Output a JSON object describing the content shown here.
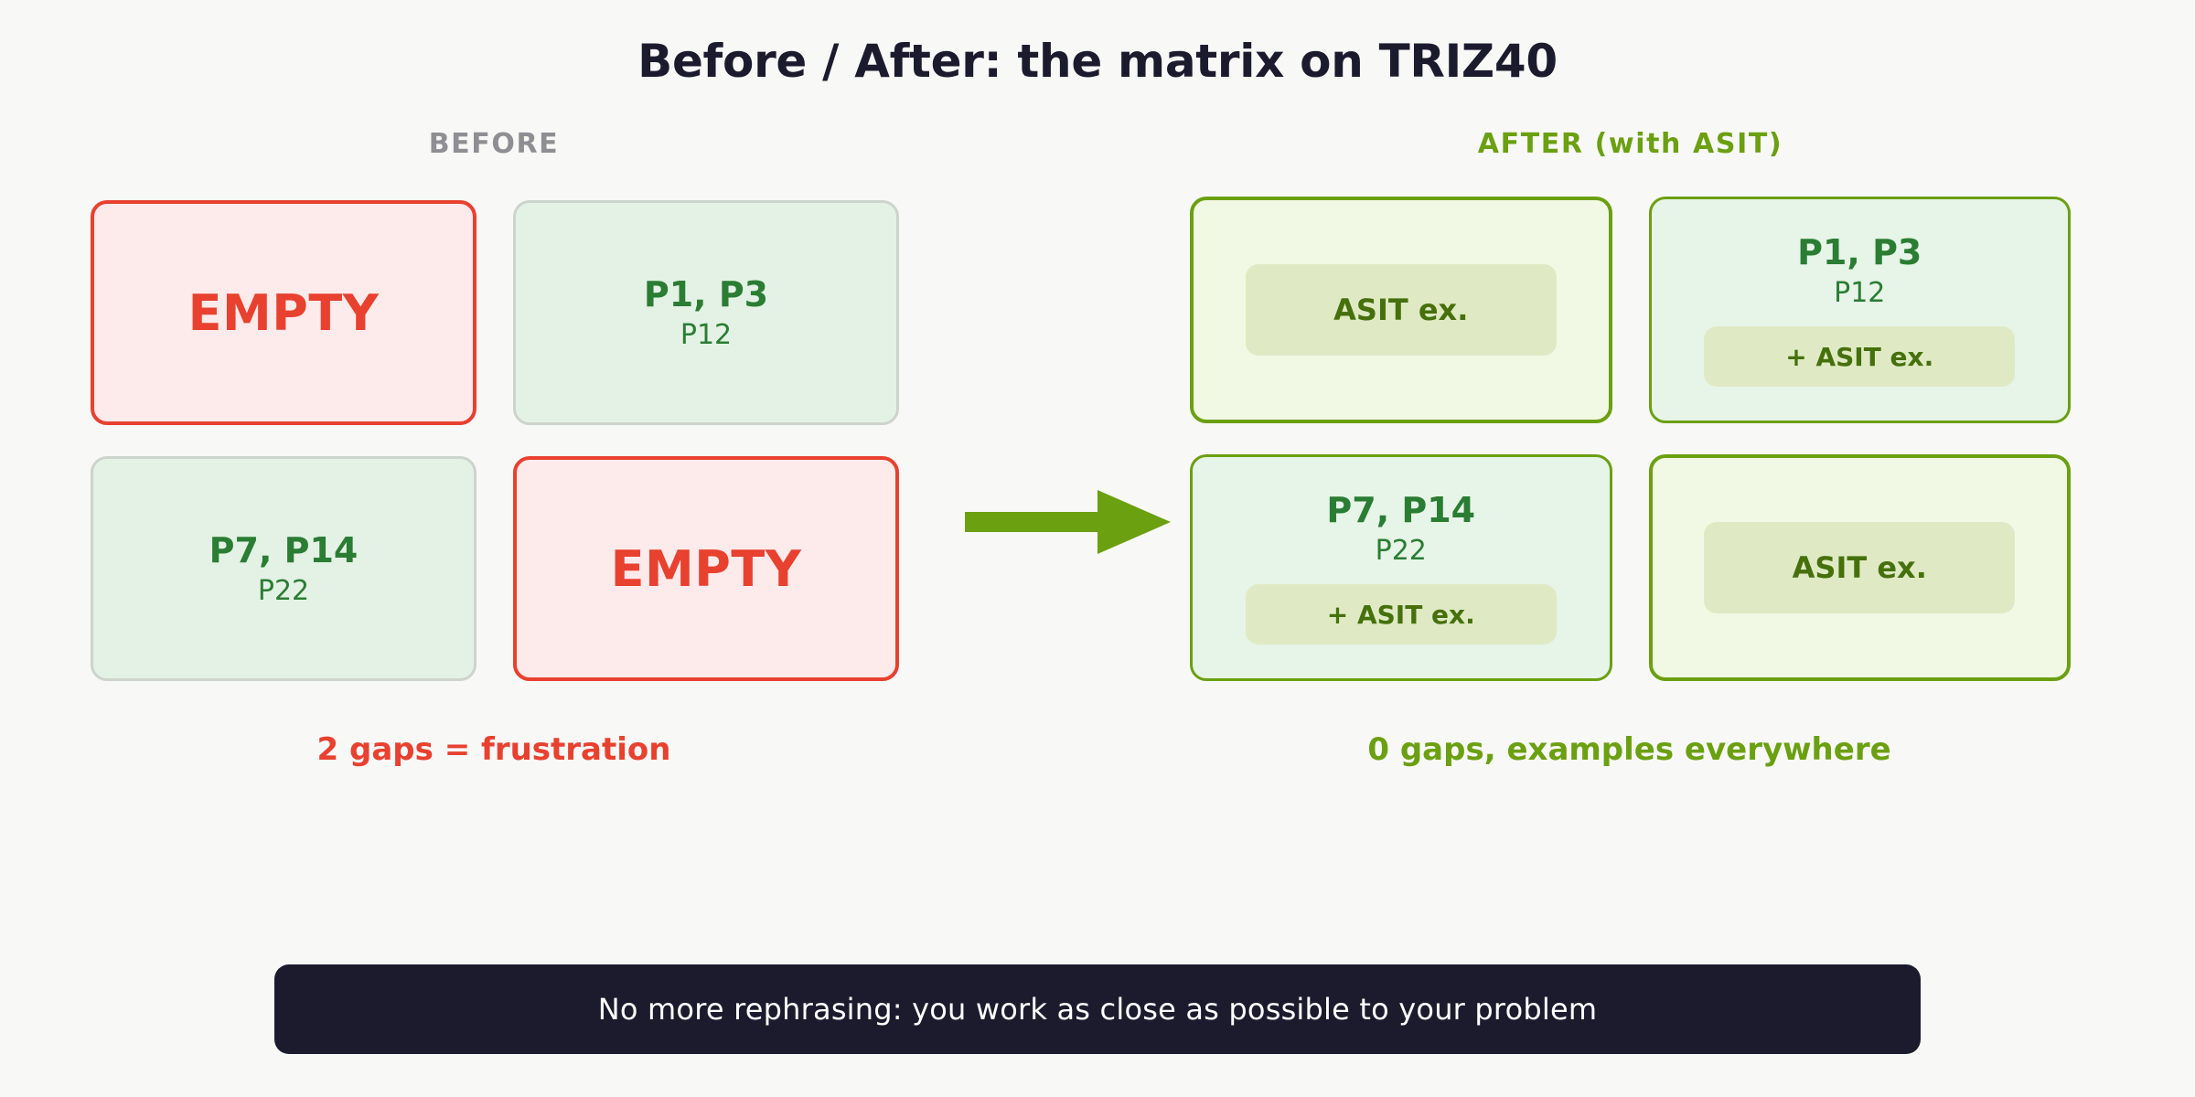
{
  "title": "Before / After: the matrix on TRIZ40",
  "colors": {
    "background": "#f8f8f7",
    "title": "#1c1b2e",
    "before_label": "#8e8e93",
    "after_label": "#6ba011",
    "empty_red": "#e8412f",
    "empty_fill": "#fdeaea",
    "filled_green_text": "#2a7d33",
    "filled_fill": "#e4f2e6",
    "filled_border": "#ccd4cc",
    "after_border": "#6ba011",
    "after_ex_fill": "#f1f8e4",
    "after_filled_fill": "#e7f4e8",
    "badge_fill": "#dfeac4",
    "badge_text": "#46700c",
    "arrow": "#6ba011",
    "banner_bg": "#1c1b2e",
    "banner_text": "#ffffff"
  },
  "before": {
    "label": "BEFORE",
    "cards": [
      {
        "kind": "empty",
        "empty_text": "EMPTY"
      },
      {
        "kind": "filled",
        "main": "P1, P3",
        "sub": "P12"
      },
      {
        "kind": "filled",
        "main": "P7, P14",
        "sub": "P22"
      },
      {
        "kind": "empty",
        "empty_text": "EMPTY"
      }
    ],
    "caption": "2 gaps = frustration"
  },
  "after": {
    "label": "AFTER (with ASIT)",
    "cards": [
      {
        "kind": "after-ex",
        "badge": "ASIT ex."
      },
      {
        "kind": "after-filled",
        "main": "P1, P3",
        "sub": "P12",
        "badge": "+ ASIT ex."
      },
      {
        "kind": "after-filled",
        "main": "P7, P14",
        "sub": "P22",
        "badge": "+ ASIT ex."
      },
      {
        "kind": "after-ex",
        "badge": "ASIT ex."
      }
    ],
    "caption": "0 gaps, examples everywhere"
  },
  "arrow": {
    "icon": "arrow-right-icon"
  },
  "banner": {
    "text": "No more rephrasing: you work as close as possible to your problem"
  }
}
